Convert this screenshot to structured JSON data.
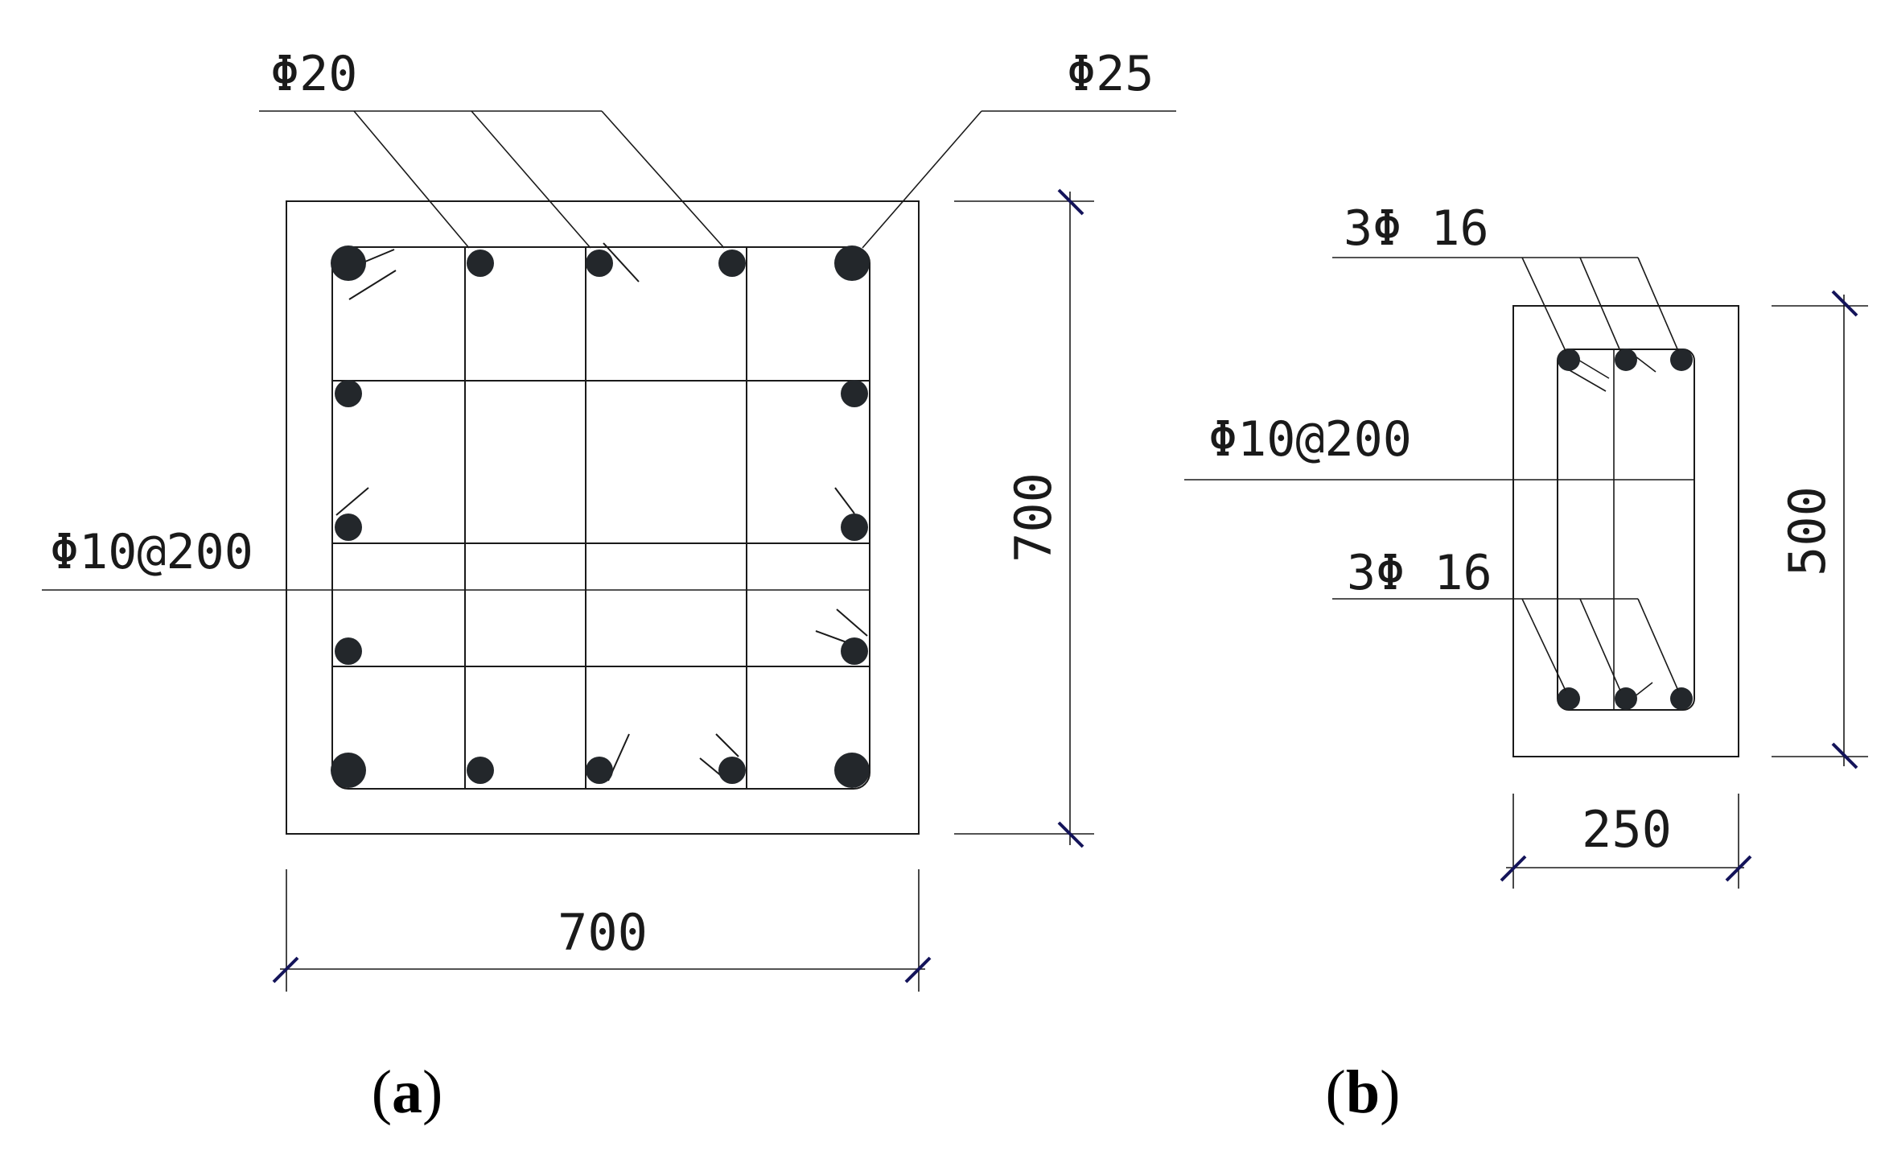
{
  "figure": {
    "panels": [
      {
        "id": "a",
        "caption": {
          "open": "(",
          "letter": "a",
          "close": ")"
        },
        "dimensions": {
          "width": "700",
          "height": "700"
        },
        "labels": {
          "rebar_inner": "Φ20",
          "rebar_corner": "Φ25",
          "stirrup": "Φ10@200"
        }
      },
      {
        "id": "b",
        "caption": {
          "open": "(",
          "letter": "b",
          "close": ")"
        },
        "dimensions": {
          "width": "250",
          "height": "500"
        },
        "labels": {
          "rebar_top": "3Φ 16",
          "rebar_bottom": "3Φ 16",
          "stirrup": "Φ10@200"
        }
      }
    ],
    "colors": {
      "line": "#1a1a1a",
      "rebar": "#23272b",
      "tick": "#14145a"
    }
  }
}
